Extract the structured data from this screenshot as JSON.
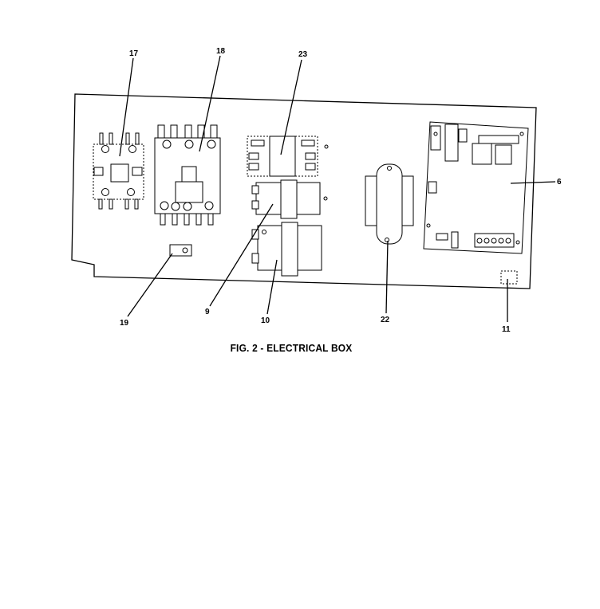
{
  "figure": {
    "caption": "FIG. 2 - ELECTRICAL BOX",
    "callouts": {
      "c17": "17",
      "c18": "18",
      "c23": "23",
      "c6": "6",
      "c19": "19",
      "c9": "9",
      "c10": "10",
      "c22": "22",
      "c11": "11"
    }
  }
}
